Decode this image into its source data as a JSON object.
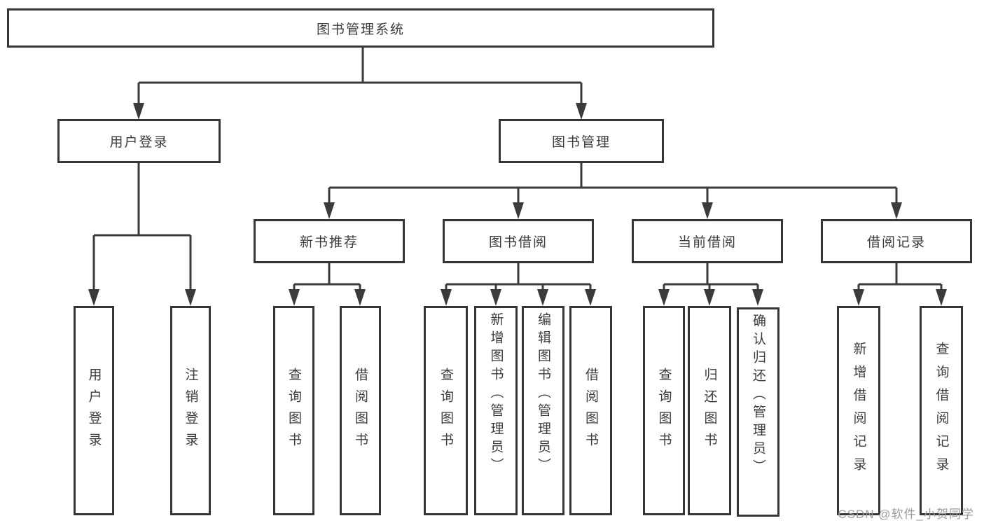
{
  "diagram": {
    "title": "图书管理系统",
    "root": {
      "label": "图书管理系统"
    },
    "level2": [
      {
        "label": "用户登录"
      },
      {
        "label": "图书管理"
      }
    ],
    "level3": [
      {
        "label": "新书推荐"
      },
      {
        "label": "图书借阅"
      },
      {
        "label": "当前借阅"
      },
      {
        "label": "借阅记录"
      }
    ],
    "leaves": [
      {
        "label": "用户登录",
        "parent": "用户登录"
      },
      {
        "label": "注销登录",
        "parent": "用户登录"
      },
      {
        "label": "查询图书",
        "parent": "新书推荐"
      },
      {
        "label": "借阅图书",
        "parent": "新书推荐"
      },
      {
        "label": "查询图书",
        "parent": "图书借阅"
      },
      {
        "label": "新增图书（管理员）",
        "parent": "图书借阅"
      },
      {
        "label": "编辑图书（管理员）",
        "parent": "图书借阅"
      },
      {
        "label": "借阅图书",
        "parent": "图书借阅"
      },
      {
        "label": "查询图书",
        "parent": "当前借阅"
      },
      {
        "label": "归还图书",
        "parent": "当前借阅"
      },
      {
        "label": "确认归还（管理员）",
        "parent": "当前借阅"
      },
      {
        "label": "新增借阅记录",
        "parent": "借阅记录"
      },
      {
        "label": "查询借阅记录",
        "parent": "借阅记录"
      }
    ]
  },
  "watermark": {
    "text": "CSDN @软件_小贺同学"
  },
  "colors": {
    "line": "#3b3b3b",
    "border": "#363636",
    "text": "#3c3c3c",
    "fill": "#ffffff",
    "bg": "#ffffff",
    "watermark": "#9c9c9c"
  }
}
